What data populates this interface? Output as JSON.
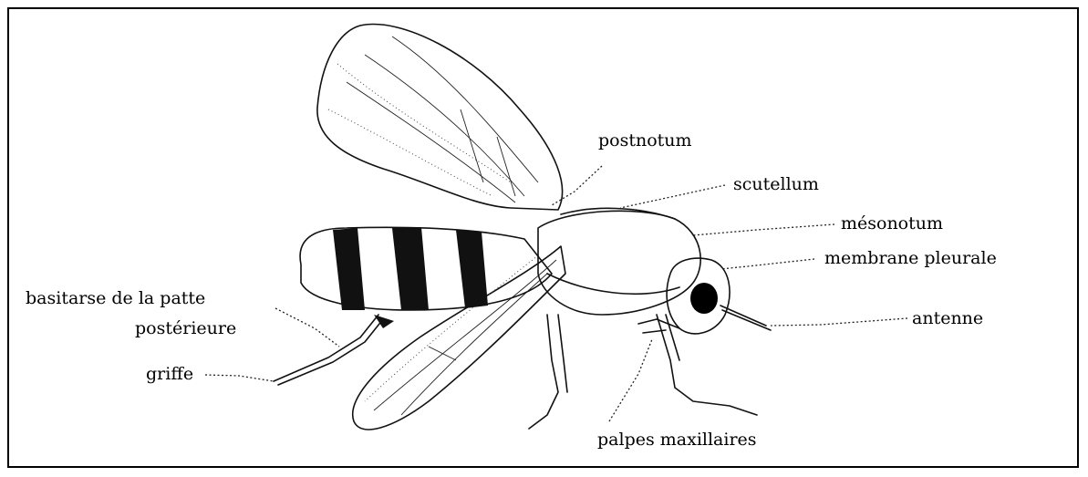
{
  "labels": {
    "postnotum": "postnotum",
    "scutellum": "scutellum",
    "mesonotum": "mésonotum",
    "membrane_pleurale": "membrane pleurale",
    "antenne": "antenne",
    "basitarse_line1": "basitarse de la patte",
    "basitarse_line2": "postérieure",
    "griffe": "griffe",
    "palpes": "palpes maxillaires"
  },
  "colors": {
    "ink": "#111111",
    "background": "#ffffff"
  }
}
